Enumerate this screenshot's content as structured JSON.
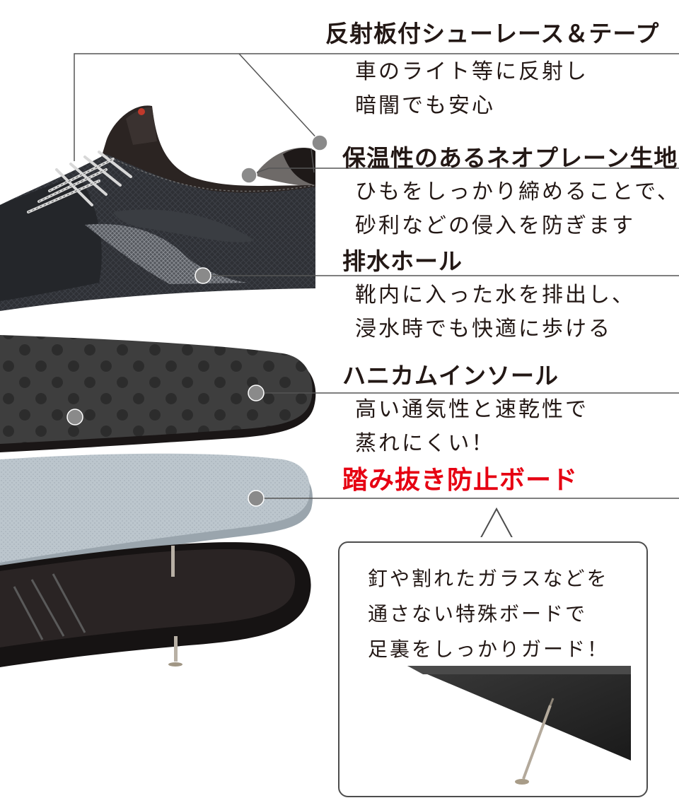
{
  "features": [
    {
      "heading": "反射板付シューレース＆テープ",
      "description": [
        "車のライト等に反射し",
        "暗闇でも安心"
      ]
    },
    {
      "heading": "保温性のあるネオプレーン生地",
      "description": [
        "ひもをしっかり締めることで、",
        "砂利などの侵入を防ぎます"
      ]
    },
    {
      "heading": "排水ホール",
      "description": [
        "靴内に入った水を排出し、",
        "浸水時でも快適に歩ける"
      ]
    },
    {
      "heading": "ハニカムインソール",
      "description": [
        "高い通気性と速乾性で",
        "蒸れにくい！"
      ]
    },
    {
      "heading": "踏み抜き防止ボード",
      "description": []
    }
  ],
  "callout": {
    "lines": [
      "釘や割れたガラスなどを",
      "通さない特殊ボードで",
      "足裏をしっかりガード！"
    ]
  },
  "colors": {
    "text": "#231815",
    "accent_red": "#e60012",
    "marker_grey": "#8a8a8a",
    "leader_line": "#555555"
  },
  "icons": {
    "shoe": "shoe-illustration",
    "insole": "insole-illustration",
    "board": "board-illustration",
    "sole": "sole-illustration",
    "nail": "nail-icon"
  }
}
